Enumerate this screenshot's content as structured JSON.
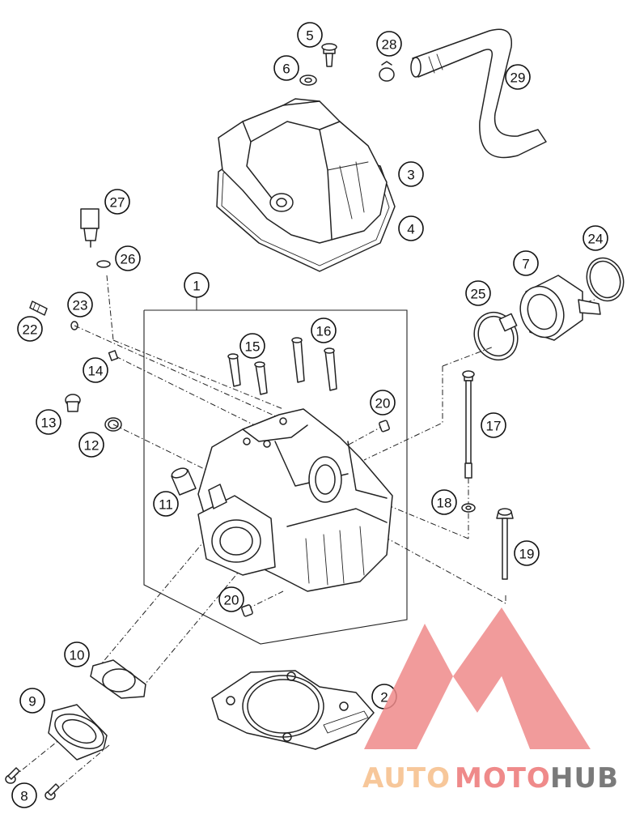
{
  "callouts": [
    {
      "id": "c1",
      "label": "1"
    },
    {
      "id": "c2",
      "label": "2"
    },
    {
      "id": "c3",
      "label": "3"
    },
    {
      "id": "c4",
      "label": "4"
    },
    {
      "id": "c5",
      "label": "5"
    },
    {
      "id": "c6",
      "label": "6"
    },
    {
      "id": "c7",
      "label": "7"
    },
    {
      "id": "c8",
      "label": "8"
    },
    {
      "id": "c9",
      "label": "9"
    },
    {
      "id": "c10",
      "label": "10"
    },
    {
      "id": "c11",
      "label": "11"
    },
    {
      "id": "c12",
      "label": "12"
    },
    {
      "id": "c13",
      "label": "13"
    },
    {
      "id": "c14",
      "label": "14"
    },
    {
      "id": "c15",
      "label": "15"
    },
    {
      "id": "c16",
      "label": "16"
    },
    {
      "id": "c17",
      "label": "17"
    },
    {
      "id": "c18",
      "label": "18"
    },
    {
      "id": "c19",
      "label": "19"
    },
    {
      "id": "c20a",
      "label": "20"
    },
    {
      "id": "c20b",
      "label": "20"
    },
    {
      "id": "c22",
      "label": "22"
    },
    {
      "id": "c23",
      "label": "23"
    },
    {
      "id": "c24",
      "label": "24"
    },
    {
      "id": "c25",
      "label": "25"
    },
    {
      "id": "c26",
      "label": "26"
    },
    {
      "id": "c27",
      "label": "27"
    },
    {
      "id": "c28",
      "label": "28"
    },
    {
      "id": "c29",
      "label": "29"
    }
  ],
  "watermark": {
    "part1": "AUTO",
    "part2": "MOTO",
    "part3": "HUB",
    "color_light": "#f7c79a",
    "color_red": "#ef8a8a",
    "color_grey": "#7a7a7a"
  }
}
